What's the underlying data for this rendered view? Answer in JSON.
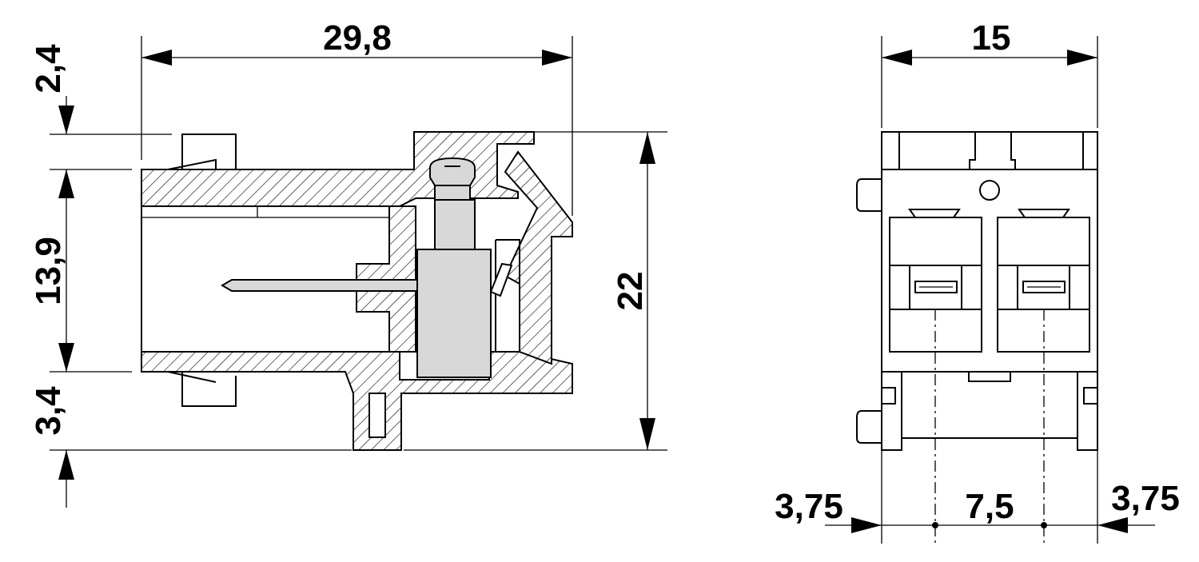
{
  "side_view": {
    "overall_width_label": "29,8",
    "overall_height_label": "22",
    "top_offset_label": "2,4",
    "body_height_label": "13,9",
    "bottom_offset_label": "3,4"
  },
  "front_view": {
    "width_label": "15",
    "left_margin_label": "3,75",
    "pitch_label": "7,5",
    "right_margin_label": "3,75"
  },
  "colors": {
    "line": "#000000",
    "fill_gray": "#d8d8d8",
    "background": "#ffffff"
  }
}
